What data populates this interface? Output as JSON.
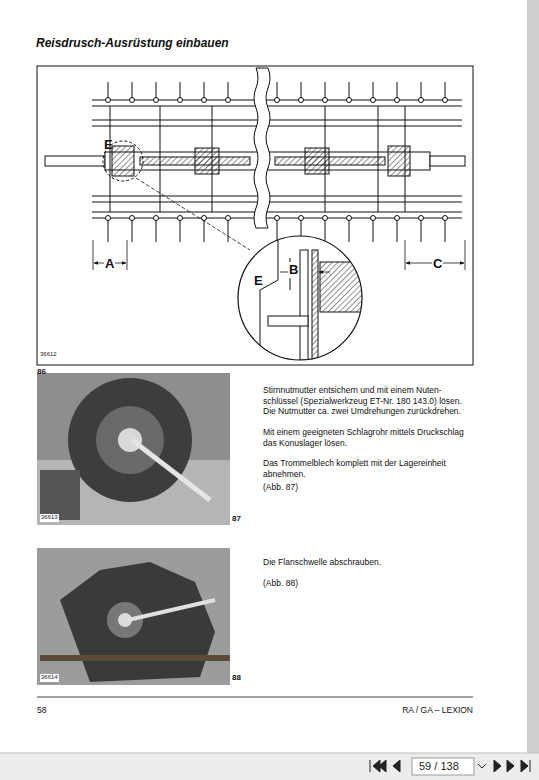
{
  "diagram": {
    "title": "Reisdrusch-Ausrüstung einbauen",
    "labels": [
      "E",
      "A",
      "B",
      "C",
      "E",
      "36612",
      "86",
      "36613",
      "87",
      "Stirnnutmutter entsichern und mit einem Nuten-schlüssel (Spezialwerkzeug ET-Nr. 180 143.0) lösen. Die Nutmutter ca. zwei Umdrehungen zurückdrehen.",
      "Mit einem geeigneten Schlagrohr mittels Druckschlag das Konuslager lösen.",
      "Das Trommelblech komplett mit der Lagereinheit abnehmen.",
      "(Abb. 87)",
      "36614",
      "88",
      "Die Flanschwelle abschrauben.",
      "(Abb. 88)",
      "58",
      "RA / GA – LEXION",
      "59 / 138"
    ]
  }
}
